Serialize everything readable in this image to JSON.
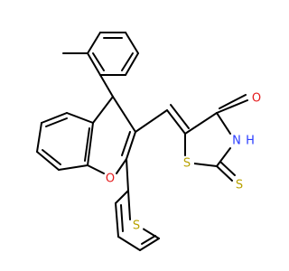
{
  "molecule": {
    "atoms": [
      {
        "id": "O1",
        "label": "O",
        "color": "#e41a1c"
      },
      {
        "id": "S_thiazolidine",
        "label": "S",
        "color": "#b8a200"
      },
      {
        "id": "S_thione",
        "label": "S",
        "color": "#b8a200"
      },
      {
        "id": "S_thiophene",
        "label": "S",
        "color": "#b8a200"
      },
      {
        "id": "N",
        "label": "N",
        "color": "#2a3dff"
      },
      {
        "id": "H",
        "label": "H",
        "color": "#2a3dff"
      },
      {
        "id": "O_carbonyl",
        "label": "O",
        "color": "#e41a1c"
      }
    ],
    "bond_color": "#000000"
  }
}
